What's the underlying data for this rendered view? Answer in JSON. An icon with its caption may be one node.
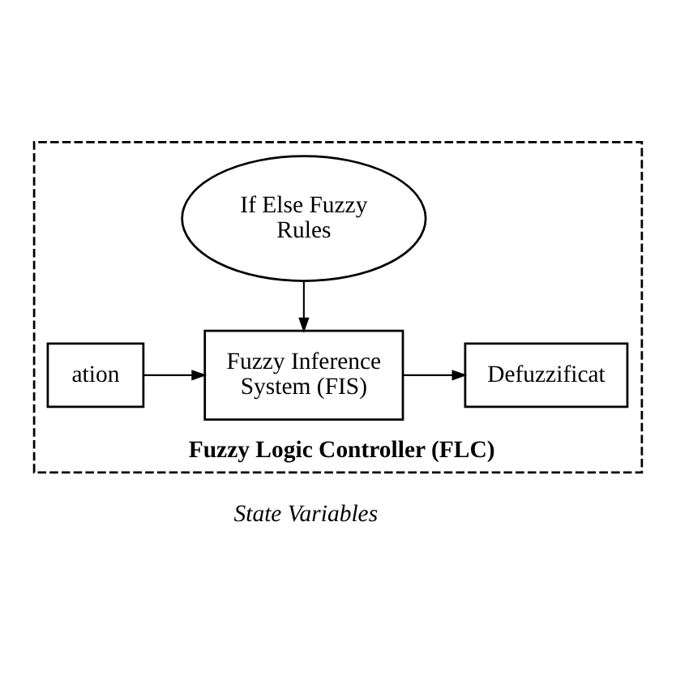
{
  "diagram": {
    "nodes": [
      {
        "text": [
          "Fuzzy Logic Controller (FLC)"
        ]
      },
      {
        "text": [
          "If Else Fuzzy Rules"
        ],
        "in": 0
      },
      {
        "text": [
          "ation"
        ],
        "in": 0
      },
      {
        "text": [
          "Fuzzy Inference System (FIS)"
        ],
        "in": 0
      },
      {
        "text": [
          "Defuzzificat"
        ],
        "in": 0
      }
    ],
    "edges": [
      {
        "from": 1,
        "to": 3,
        "arrow": "to"
      },
      {
        "from": 2,
        "to": 3,
        "arrow": "to"
      },
      {
        "from": 3,
        "to": 4,
        "arrow": "to"
      }
    ],
    "labels": [
      "State Variables"
    ]
  }
}
